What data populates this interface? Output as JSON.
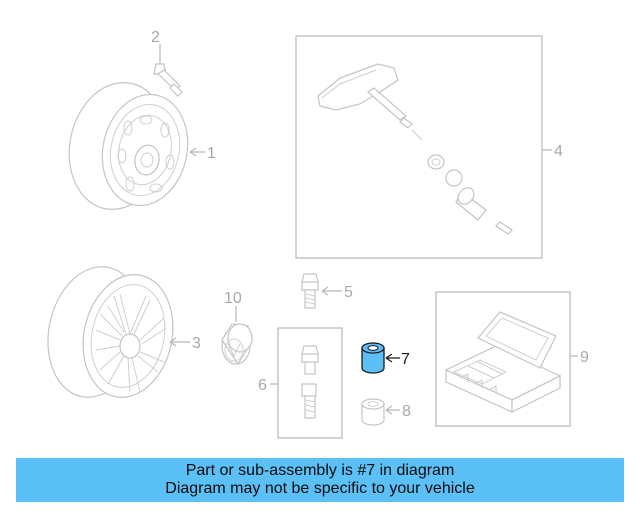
{
  "callouts": {
    "c1": "1",
    "c2": "2",
    "c3": "3",
    "c4": "4",
    "c5": "5",
    "c6": "6",
    "c7": "7",
    "c8": "8",
    "c9": "9",
    "c10": "10"
  },
  "highlight": {
    "part_number": "7",
    "color": "#5bc0f6",
    "stroke": "#1a1a1a"
  },
  "banner": {
    "line1": "Part or sub-assembly is #7 in diagram",
    "line2": "Diagram may not be specific to your vehicle",
    "color": "#5bc0f6"
  }
}
